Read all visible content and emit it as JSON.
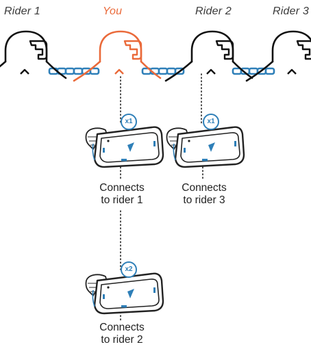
{
  "riders": {
    "rider1": "Rider 1",
    "you": "You",
    "rider2": "Rider 2",
    "rider3": "Rider 3"
  },
  "devices": [
    {
      "badge": "x1",
      "caption_line1": "Connects",
      "caption_line2": "to rider 1"
    },
    {
      "badge": "x1",
      "caption_line1": "Connects",
      "caption_line2": "to rider 3"
    },
    {
      "badge": "x2",
      "caption_line1": "Connects",
      "caption_line2": "to rider 2"
    }
  ],
  "colors": {
    "you_accent": "#ea6a3a",
    "chain_blue": "#2e7fb8",
    "outline": "#111111"
  }
}
